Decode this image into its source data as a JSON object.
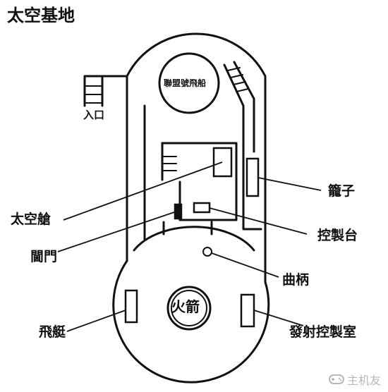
{
  "title": "太空基地",
  "labels": {
    "ship": "聯盟號飛船",
    "entrance": "入口",
    "cage": "籠子",
    "capsule": "太空艙",
    "console": "控製台",
    "gate": "閫門",
    "crank": "曲柄",
    "airship": "飛艇",
    "rocket": "火箭",
    "launch_room": "發射控製室"
  },
  "watermark": "主机友"
}
